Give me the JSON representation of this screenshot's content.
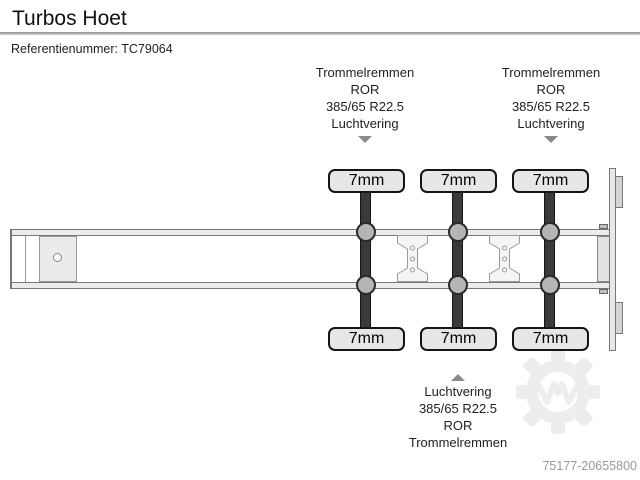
{
  "header": {
    "title": "Turbos Hoet",
    "reference_label": "Referentienummer:",
    "reference_value": "TC79064"
  },
  "spec_labels": {
    "top_left": {
      "lines": [
        "Trommelremmen",
        "ROR",
        "385/65 R22.5",
        "Luchtvering"
      ]
    },
    "top_right": {
      "lines": [
        "Trommelremmen",
        "ROR",
        "385/65 R22.5",
        "Luchtvering"
      ]
    },
    "bottom": {
      "lines": [
        "Luchtvering",
        "385/65 R22.5",
        "ROR",
        "Trommelremmen"
      ]
    }
  },
  "axles": [
    {
      "tread_top": "7mm",
      "tread_bottom": "7mm"
    },
    {
      "tread_top": "7mm",
      "tread_bottom": "7mm"
    },
    {
      "tread_top": "7mm",
      "tread_bottom": "7mm"
    }
  ],
  "footer": {
    "listing_id": "75177-20655800"
  },
  "icons": {
    "arrow_down": "arrow-down-icon",
    "arrow_up": "arrow-up-icon",
    "watermark": "gear-w-watermark-icon"
  },
  "colors": {
    "axle_bar": "#3a3a3a",
    "tire_fill": "#e7e7e7",
    "tire_border": "#151515",
    "rail_fill": "#ececec",
    "rail_border": "#777777",
    "hub_fill": "#b5b5b5",
    "label_text": "#222222",
    "arrow_gray": "#8a8a8a",
    "listing_id_text": "#9a9a9a",
    "watermark_gray": "#ededed"
  }
}
